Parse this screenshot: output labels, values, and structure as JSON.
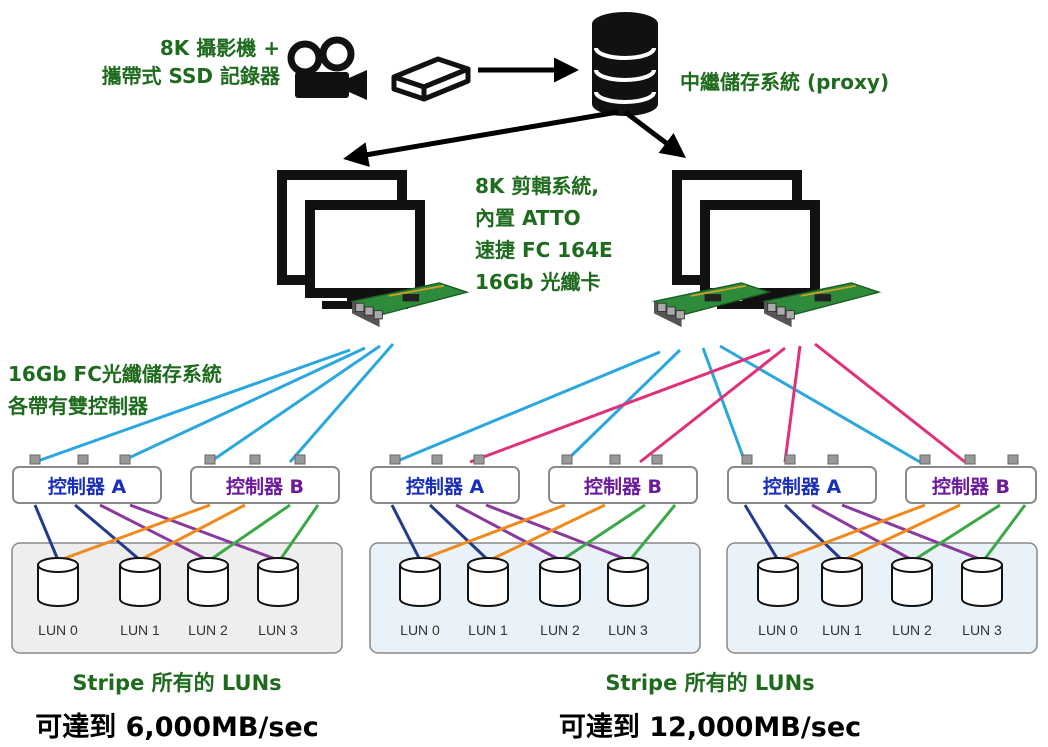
{
  "colors": {
    "green_text": "#1e6b1e",
    "blue_text": "#1a2fb8",
    "purple_text": "#6a1a9a",
    "fc_cable_blue": "#2aa7de",
    "fc_cable_pink": "#e0307a",
    "internal_navy": "#243a8c",
    "internal_purple": "#8a3a9e",
    "internal_orange": "#f08a1c",
    "internal_green": "#3aa845"
  },
  "icons": {
    "camera": "camera-icon",
    "ssd": "ssd-icon",
    "proxy_storage": "database-icon",
    "workstation": "computer-icon",
    "fc_card": "fc-card-icon",
    "lun": "disk-cylinder-icon"
  },
  "labels": {
    "camera_line1": "8K 攝影機 +",
    "camera_line2": "攜帶式 SSD 記錄器",
    "proxy": "中繼儲存系統 (proxy)",
    "edit_line1": "8K 剪輯系統,",
    "edit_line2": "內置 ATTO",
    "edit_line3": "速捷 FC 164E",
    "edit_line4": "16Gb 光纖卡",
    "storage_line1": "16Gb FC光纖儲存系統",
    "storage_line2": "各帶有雙控制器"
  },
  "arrays": [
    {
      "controller_a": "控制器 A",
      "controller_b": "控制器 B",
      "luns": [
        "LUN 0",
        "LUN 1",
        "LUN 2",
        "LUN 3"
      ]
    },
    {
      "controller_a": "控制器 A",
      "controller_b": "控制器 B",
      "luns": [
        "LUN 0",
        "LUN 1",
        "LUN 2",
        "LUN 3"
      ]
    },
    {
      "controller_a": "控制器 A",
      "controller_b": "控制器 B",
      "luns": [
        "LUN 0",
        "LUN 1",
        "LUN 2",
        "LUN 3"
      ]
    }
  ],
  "captions": {
    "left_stripe": "Stripe 所有的 LUNs",
    "left_speed": "可達到 6,000MB/sec",
    "right_stripe": "Stripe 所有的 LUNs",
    "right_speed": "可達到 12,000MB/sec"
  }
}
